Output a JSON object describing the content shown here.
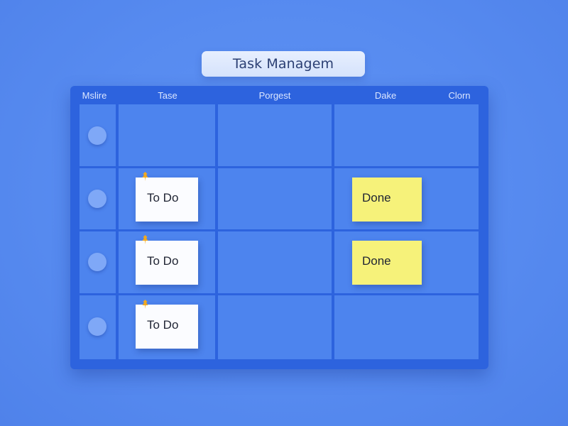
{
  "title": "Task Managem",
  "board": {
    "columns": [
      "Mslire",
      "Tase",
      "Porgest",
      "Dake",
      "Clorn"
    ]
  },
  "notes": {
    "todo_label": "To Do",
    "done_label": "Done"
  },
  "colors": {
    "background": "#578bf0",
    "board": "#2d63de",
    "cell": "#4d84ee",
    "todo_note": "#fbfcff",
    "done_note": "#f6f27a",
    "pin": "#f2a91e"
  }
}
